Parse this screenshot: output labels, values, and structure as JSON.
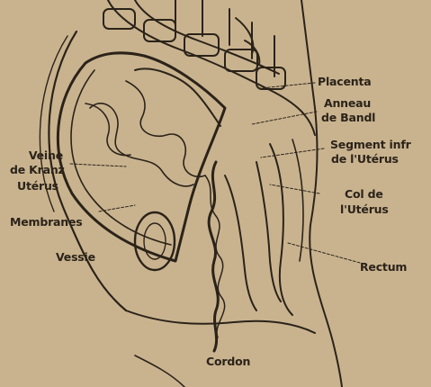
{
  "colors": {
    "paper": "#c9b38f",
    "ink": "#2b2319",
    "shade": "#b39c77"
  },
  "labels": {
    "placenta": "Placenta",
    "anneau_line1": "Anneau",
    "anneau_line2": "de Bandl",
    "segment_line1": "Segment infr",
    "segment_line2": "de l'Utérus",
    "veine_line1": "Veine",
    "veine_line2": "de Kranz",
    "uterus": "Utérus",
    "col_line1": "Col de",
    "col_line2": "l'Utérus",
    "membranes": "Membranes",
    "vessie": "Vessie",
    "rectum": "Rectum",
    "cordon": "Cordon"
  }
}
